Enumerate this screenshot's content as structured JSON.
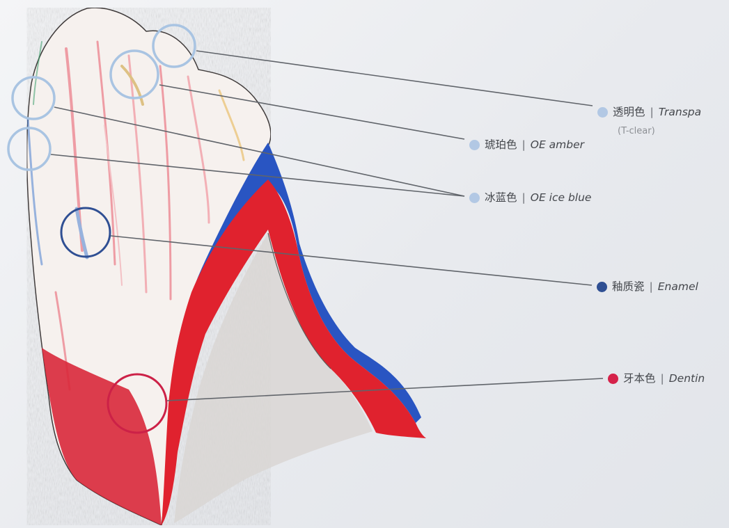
{
  "colors": {
    "light_blue": "#b2c8e4",
    "enamel_blue": "#2f4f93",
    "dentin_red": "#d5224a",
    "leader_line": "#60646a"
  },
  "legend": [
    {
      "key": "transpa",
      "cn": "透明色",
      "sep": "|",
      "en": "Transpa",
      "note": "(T-clear)",
      "icon": "light-blue-dot-icon",
      "color": "#b2c8e4"
    },
    {
      "key": "amber",
      "cn": "琥珀色",
      "sep": "|",
      "en": "OE amber",
      "icon": "light-blue-dot-icon",
      "color": "#b2c8e4"
    },
    {
      "key": "iceblue",
      "cn": "冰蓝色",
      "sep": "|",
      "en": "OE ice blue",
      "icon": "light-blue-dot-icon",
      "color": "#b2c8e4"
    },
    {
      "key": "enamel",
      "cn": "釉质瓷",
      "sep": "|",
      "en": "Enamel",
      "icon": "dark-blue-dot-icon",
      "color": "#2f4f93"
    },
    {
      "key": "dentin",
      "cn": "牙本色",
      "sep": "|",
      "en": "Dentin",
      "icon": "red-dot-icon",
      "color": "#d5224a"
    }
  ]
}
